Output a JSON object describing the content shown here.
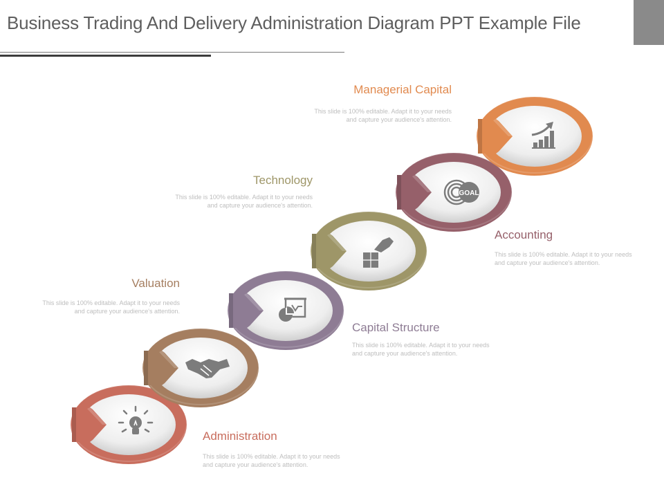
{
  "title": "Business Trading And Delivery Administration Diagram PPT Example File",
  "steps": [
    {
      "label": "Administration",
      "description": "This slide is 100% editable. Adapt it to your needs and capture your audience's attention.",
      "icon": "lightbulb-icon",
      "color": "#c86d5d"
    },
    {
      "label": "Valuation",
      "description": "This slide is 100% editable. Adapt it to your needs and capture your audience's attention.",
      "icon": "handshake-icon",
      "color": "#a57e60"
    },
    {
      "label": "Capital Structure",
      "description": "This slide is 100% editable. Adapt it to your needs and capture your audience's attention.",
      "icon": "presentation-chart-icon",
      "color": "#8e7c94"
    },
    {
      "label": "Technology",
      "description": "This slide is 100% editable. Adapt it to your needs and capture your audience's attention.",
      "icon": "puzzle-hand-icon",
      "color": "#9e9668"
    },
    {
      "label": "Accounting",
      "description": "This slide is 100% editable. Adapt it to your needs and capture your audience's attention.",
      "icon": "goal-target-icon",
      "color": "#96606a"
    },
    {
      "label": "Managerial Capital",
      "description": "This slide is 100% editable. Adapt it to your needs and capture your audience's attention.",
      "icon": "growth-chart-icon",
      "color": "#e18a4f"
    }
  ]
}
